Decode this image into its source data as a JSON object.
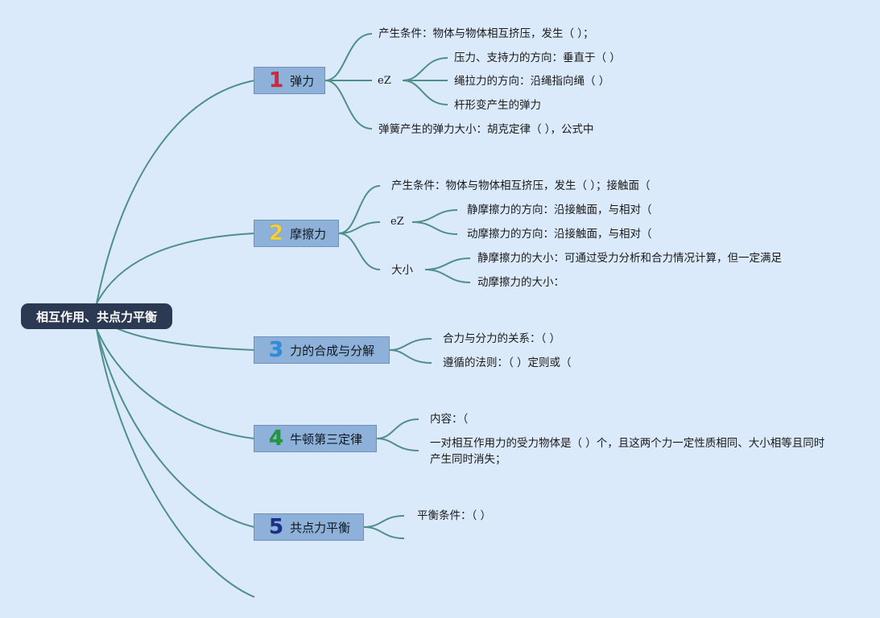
{
  "root": {
    "label": "相互作用、共点力平衡"
  },
  "colors": {
    "background": "#dbeafb",
    "root_fill": "#2b3a52",
    "branch_fill": "#8db1d9",
    "line": "#4f8f8a",
    "num1": "#d8253c",
    "num2": "#f4d13a",
    "num3": "#2a8fe0",
    "num4": "#1f9a3a",
    "num5": "#1b2f8a"
  },
  "branches": [
    {
      "num": "1",
      "label": "弹力",
      "children": [
        {
          "text": "产生条件：物体与物体相互挤压，发生（ ）；"
        },
        {
          "text": "eZ",
          "children": [
            {
              "text": "压力、支持力的方向：垂直于（ ）"
            },
            {
              "text": "绳拉力的方向：沿绳指向绳（ ）"
            },
            {
              "text": "杆形变产生的弹力"
            }
          ]
        },
        {
          "text": "弹簧产生的弹力大小：胡克定律（ ），公式中"
        }
      ]
    },
    {
      "num": "2",
      "label": "摩擦力",
      "children": [
        {
          "text": "产生条件：物体与物体相互挤压，发生（ ）；接触面（"
        },
        {
          "text": "eZ",
          "children": [
            {
              "text": "静摩擦力的方向：沿接触面，与相对（"
            },
            {
              "text": "动摩擦力的方向：沿接触面，与相对（"
            }
          ]
        },
        {
          "text": "大小",
          "children": [
            {
              "text": "静摩擦力的大小：可通过受力分析和合力情况计算，但一定满足"
            },
            {
              "text": "动摩擦力的大小："
            }
          ]
        }
      ]
    },
    {
      "num": "3",
      "label": "力的合成与分解",
      "children": [
        {
          "text": "合力与分力的关系：（ ）"
        },
        {
          "text": "遵循的法则：（ ）定则或（"
        }
      ]
    },
    {
      "num": "4",
      "label": "牛顿第三定律",
      "children": [
        {
          "text": "内容：（"
        },
        {
          "text": "一对相互作用力的受力物体是（ ）个，且这两个力一定性质相同、大小相等且同时产生同时消失；"
        }
      ]
    },
    {
      "num": "5",
      "label": "共点力平衡",
      "children": [
        {
          "text": "平衡条件：（ ）"
        },
        {
          "text": ""
        }
      ]
    }
  ]
}
